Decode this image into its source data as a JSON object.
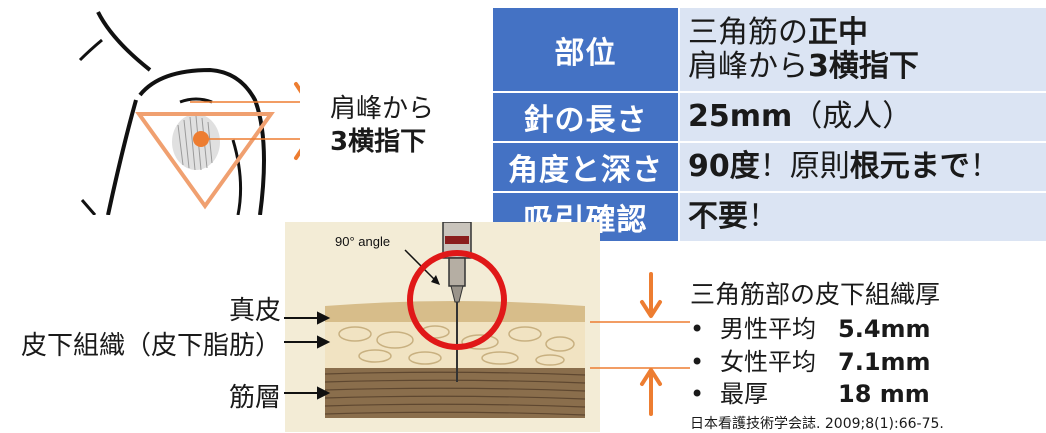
{
  "shoulder_label": {
    "line1": "肩峰から",
    "line2": "3横指下"
  },
  "table": {
    "rows": [
      {
        "header": "部位",
        "value_parts": [
          [
            "三角筋の",
            false
          ],
          [
            "正中",
            true
          ]
        ],
        "value2_parts": [
          [
            "肩峰から",
            false
          ],
          [
            "3横指下",
            true
          ]
        ]
      },
      {
        "header": "針の長さ",
        "value_parts": [
          [
            "25mm",
            true
          ],
          [
            "（成人）",
            false
          ]
        ]
      },
      {
        "header": "角度と深さ",
        "value_parts": [
          [
            "90度",
            true
          ],
          [
            "！原則",
            false
          ],
          [
            "根元まで",
            true
          ],
          [
            "！",
            false
          ]
        ]
      },
      {
        "header": "吸引確認",
        "value_parts": [
          [
            "不要",
            true
          ],
          [
            "！",
            false
          ]
        ]
      }
    ],
    "header_color": "#4472c4",
    "value_color": "#dbe4f3"
  },
  "skin_figure": {
    "angle_label": "90° angle",
    "layer_labels": {
      "dermis": "真皮",
      "subcutaneous": "皮下組織（皮下脂肪）",
      "muscle": "筋層"
    }
  },
  "fat_thickness": {
    "title": "三角筋部の皮下組織厚",
    "rows": [
      {
        "bullet": "•",
        "name": "男性平均",
        "value": "5.4mm"
      },
      {
        "bullet": "•",
        "name": "女性平均",
        "value": "7.1mm"
      },
      {
        "bullet": "•",
        "name": "最厚",
        "value": "18 mm"
      }
    ],
    "citation": "日本看護技術学会誌. 2009;8(1):66-75."
  },
  "colors": {
    "orange": "#ed7d31",
    "red": "#e01818",
    "skin_bg": "#f3ecd6"
  }
}
